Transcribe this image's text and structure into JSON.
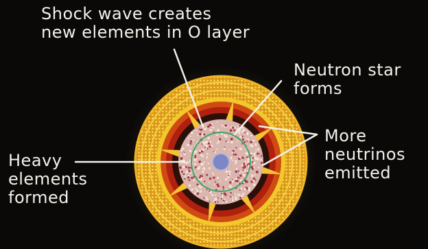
{
  "labels": {
    "shock_wave": [
      "Shock wave creates",
      "new elements in O layer"
    ],
    "neutron_star": [
      "Neutron star",
      "forms"
    ],
    "heavy_elements": [
      "Heavy",
      "elements",
      "formed"
    ],
    "more_neutrinos": [
      "More",
      "neutrinos",
      "emitted"
    ]
  },
  "colors": {
    "background": "#0a0908",
    "outer_shell": "#e8a21c",
    "inner_shell": "#f2c82a",
    "red_layer": "#b0200e",
    "core_particles": "#eec9c2",
    "neutron_star": "#7f86c6",
    "shock_ring": "#3aa564",
    "label_text": "#f4f1ea"
  }
}
